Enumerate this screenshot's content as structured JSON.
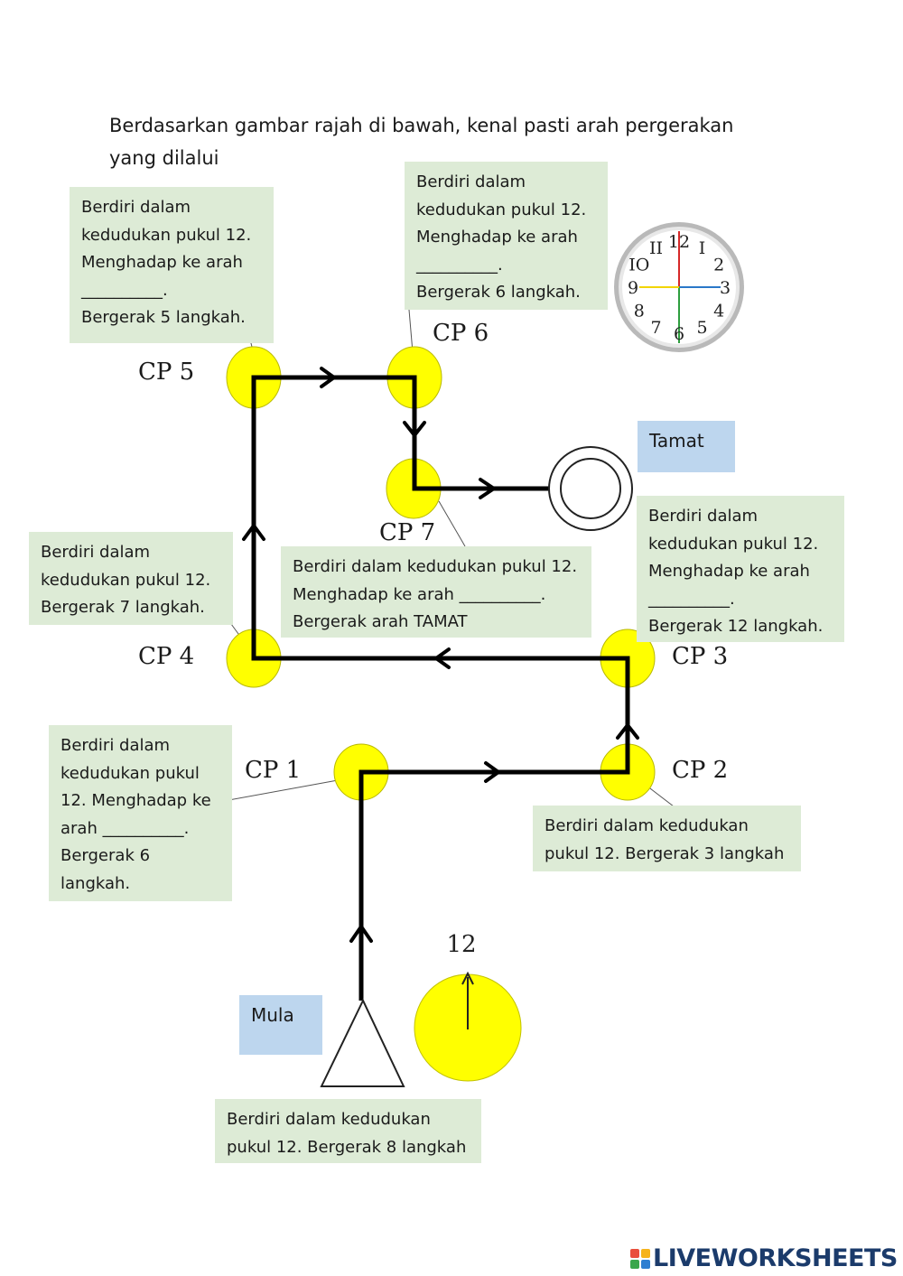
{
  "title": {
    "line1": "Berdasarkan gambar rajah di bawah, kenal pasti arah pergerakan",
    "line2": "yang dilalui"
  },
  "checkpoints": {
    "cp1": "CP 1",
    "cp2": "CP 2",
    "cp3": "CP 3",
    "cp4": "CP 4",
    "cp5": "CP 5",
    "cp6": "CP 6",
    "cp7": "CP 7"
  },
  "instructions": {
    "mula": [
      "Berdiri dalam kedudukan",
      "pukul 12. Bergerak 8 langkah"
    ],
    "cp1": [
      "Berdiri dalam",
      "kedudukan pukul",
      "12. Menghadap ke",
      "arah __________.",
      "Bergerak 6",
      "langkah."
    ],
    "cp2": [
      "Berdiri dalam kedudukan",
      "pukul 12. Bergerak 3 langkah"
    ],
    "cp3": [
      "Berdiri dalam",
      "kedudukan pukul 12.",
      "Menghadap ke arah",
      "__________.",
      "Bergerak 12 langkah."
    ],
    "cp4": [
      "Berdiri dalam",
      "kedudukan pukul 12.",
      "Bergerak 7 langkah."
    ],
    "cp5": [
      "Berdiri dalam",
      "kedudukan pukul 12.",
      "Menghadap ke arah",
      "__________.",
      "Bergerak 5 langkah."
    ],
    "cp6": [
      "Berdiri dalam",
      "kedudukan pukul 12.",
      "Menghadap ke arah",
      "__________.",
      "Bergerak 6 langkah."
    ],
    "cp7": [
      "Berdiri dalam kedudukan pukul 12.",
      "Menghadap ke arah __________.",
      "Bergerak arah TAMAT"
    ]
  },
  "start_label": "Mula",
  "end_label": "Tamat",
  "start_clock_label": "12",
  "clock_numbers": [
    "12",
    "I",
    "2",
    "3",
    "4",
    "5",
    "6",
    "7",
    "8",
    "9",
    "IO",
    "II"
  ],
  "footer_brand": "LIVEWORKSHEETS",
  "colors": {
    "checkpoint_fill": "#ffff00",
    "box_fill": "#ddebd6",
    "label_fill": "#bdd6ee",
    "hand_up": "#d62828",
    "hand_right": "#2a78c8",
    "hand_down": "#2e9e3e",
    "hand_left": "#f2d500"
  }
}
